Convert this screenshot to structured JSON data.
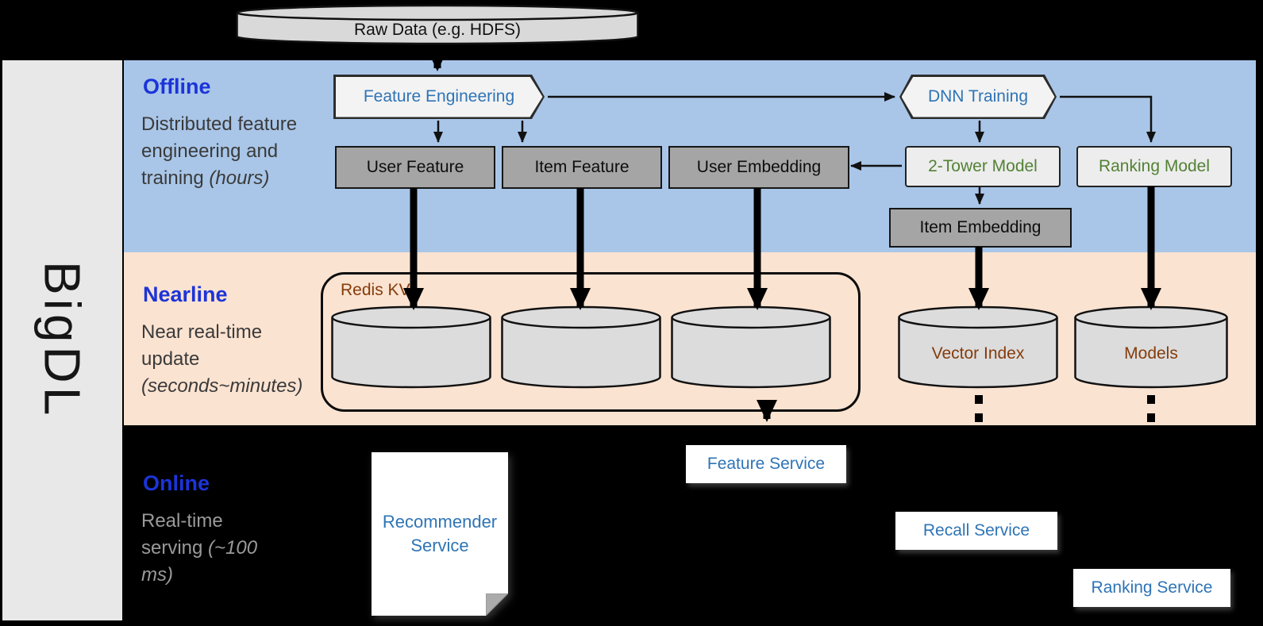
{
  "brand": {
    "name": "BigDL"
  },
  "datasource": {
    "raw_data": "Raw Data (e.g. HDFS)"
  },
  "offline": {
    "label": "Offline",
    "desc_main": "Distributed feature engineering and training",
    "desc_italic": "(hours)",
    "feature_engineering": "Feature Engineering",
    "dnn_training": "DNN Training",
    "user_feature": "User Feature",
    "item_feature": "Item Feature",
    "user_embedding": "User Embedding",
    "two_tower_model": "2-Tower Model",
    "ranking_model": "Ranking Model",
    "item_embedding": "Item Embedding"
  },
  "nearline": {
    "label": "Nearline",
    "desc_main": "Near real-time update",
    "desc_italic": "(seconds~minutes)",
    "redis_kv": "Redis KV",
    "vector_index": "Vector Index",
    "models": "Models"
  },
  "online": {
    "label": "Online",
    "desc_main": "Real-time serving",
    "desc_italic": "(~100 ms)",
    "recommender_service": "Recommender Service",
    "feature_service": "Feature Service",
    "recall_service": "Recall Service",
    "ranking_service": "Ranking Service"
  },
  "colors": {
    "offline_band": "#a9c6e8",
    "nearline_band": "#fbe3d1",
    "band_label_blue": "#1c34d8",
    "box_text_blue": "#2e74b6",
    "model_text_green": "#538135",
    "store_text_brown": "#843c0c"
  }
}
